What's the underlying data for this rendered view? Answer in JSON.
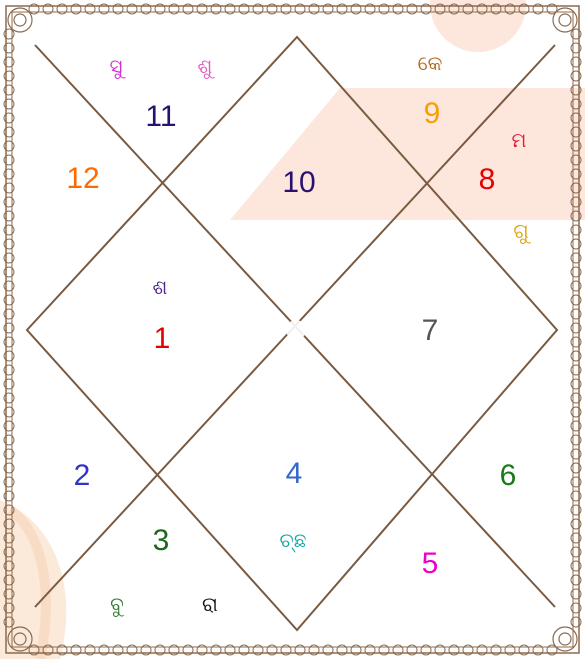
{
  "chart": {
    "houses": [
      {
        "number": "11",
        "color": "#2a1170"
      },
      {
        "number": "12",
        "color": "#ff6a00"
      },
      {
        "number": "10",
        "color": "#2a1170"
      },
      {
        "number": "9",
        "color": "#f5a000"
      },
      {
        "number": "8",
        "color": "#e60000"
      },
      {
        "number": "1",
        "color": "#e60000"
      },
      {
        "number": "7",
        "color": "#555555"
      },
      {
        "number": "2",
        "color": "#3333cc"
      },
      {
        "number": "4",
        "color": "#3366cc"
      },
      {
        "number": "6",
        "color": "#1a7a1a"
      },
      {
        "number": "3",
        "color": "#1a661a"
      },
      {
        "number": "5",
        "color": "#ee00cc"
      }
    ],
    "planets": [
      {
        "glyph": "ସୁ",
        "color": "#d22fd2"
      },
      {
        "glyph": "ଶୁ",
        "color": "#e060c0"
      },
      {
        "glyph": "କେ",
        "color": "#b5651d"
      },
      {
        "glyph": "ମ",
        "color": "#e0203a"
      },
      {
        "glyph": "ଗୁ",
        "color": "#e0a000"
      },
      {
        "glyph": "ଶ",
        "color": "#4b2a8a"
      },
      {
        "glyph": "ଚ୍ଛ",
        "color": "#1aa5a5"
      },
      {
        "glyph": "ବୁ",
        "color": "#2e7d32"
      },
      {
        "glyph": "ରା",
        "color": "#111111"
      }
    ]
  },
  "colors": {
    "line": "#7a5a40",
    "frame": "#8b6b50",
    "watermark": "#fde6dc"
  }
}
